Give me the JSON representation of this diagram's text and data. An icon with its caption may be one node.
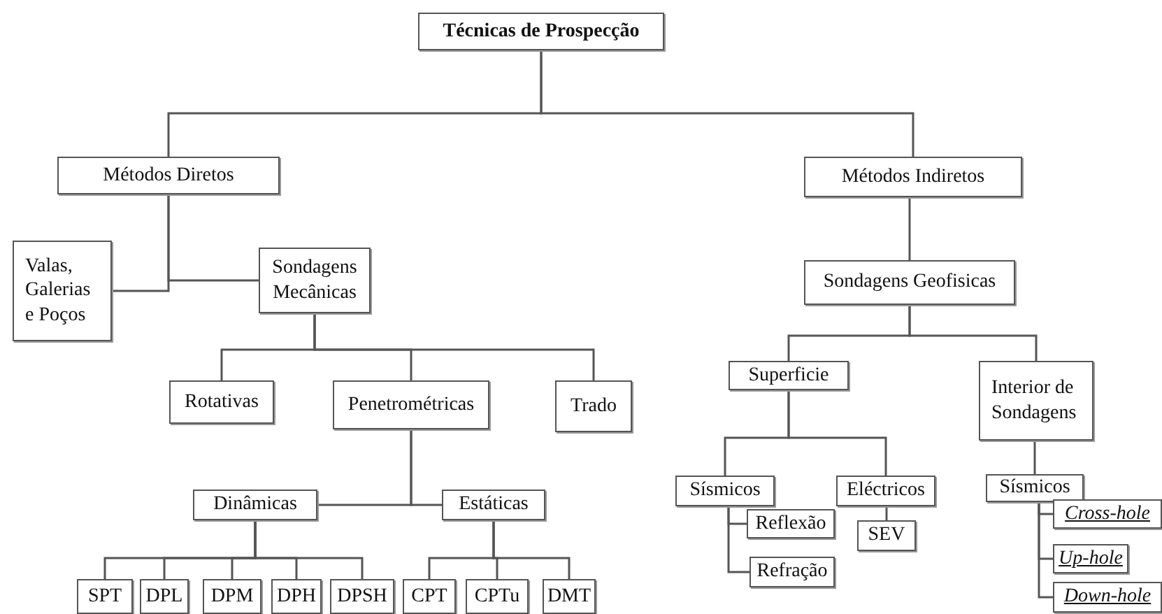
{
  "diagram": {
    "nodes": [
      {
        "text": [
          "Técnicas de Prospecção"
        ]
      },
      {
        "text": [
          "Métodos Diretos"
        ]
      },
      {
        "text": [
          "Métodos Indiretos"
        ]
      },
      {
        "text": [
          "Valas, Galerias e Poços"
        ]
      },
      {
        "text": [
          "Sondagens Mecânicas"
        ]
      },
      {
        "text": [
          "Sondagens Geofisicas"
        ]
      },
      {
        "text": [
          "Rotativas"
        ]
      },
      {
        "text": [
          "Penetrométricas"
        ]
      },
      {
        "text": [
          "Trado"
        ]
      },
      {
        "text": [
          "Superficie"
        ]
      },
      {
        "text": [
          "Interior de Sondagens"
        ]
      },
      {
        "text": [
          "Dinâmicas"
        ]
      },
      {
        "text": [
          "Estáticas"
        ]
      },
      {
        "text": [
          "Sísmicos"
        ]
      },
      {
        "text": [
          "Eléctricos"
        ]
      },
      {
        "text": [
          "Sísmicos"
        ]
      },
      {
        "text": [
          "Reflexão"
        ]
      },
      {
        "text": [
          "SEV"
        ]
      },
      {
        "text": [
          "Cross-hole"
        ]
      },
      {
        "text": [
          "Refração"
        ]
      },
      {
        "text": [
          "Up-hole"
        ]
      },
      {
        "text": [
          "Down-hole"
        ]
      },
      {
        "text": [
          "SPT"
        ]
      },
      {
        "text": [
          "DPL"
        ]
      },
      {
        "text": [
          "DPM"
        ]
      },
      {
        "text": [
          "DPH"
        ]
      },
      {
        "text": [
          "DPSH"
        ]
      },
      {
        "text": [
          "CPT"
        ]
      },
      {
        "text": [
          "CPTu"
        ]
      },
      {
        "text": [
          "DMT"
        ]
      }
    ],
    "edges": [
      {
        "from": 0,
        "to": 1,
        "arrow": "none"
      },
      {
        "from": 0,
        "to": 2,
        "arrow": "none"
      },
      {
        "from": 1,
        "to": 3,
        "arrow": "none"
      },
      {
        "from": 1,
        "to": 4,
        "arrow": "none"
      },
      {
        "from": 2,
        "to": 5,
        "arrow": "none"
      },
      {
        "from": 4,
        "to": 6,
        "arrow": "none"
      },
      {
        "from": 4,
        "to": 7,
        "arrow": "none"
      },
      {
        "from": 4,
        "to": 8,
        "arrow": "none"
      },
      {
        "from": 5,
        "to": 9,
        "arrow": "none"
      },
      {
        "from": 5,
        "to": 10,
        "arrow": "none"
      },
      {
        "from": 7,
        "to": 11,
        "arrow": "none"
      },
      {
        "from": 7,
        "to": 12,
        "arrow": "none"
      },
      {
        "from": 9,
        "to": 13,
        "arrow": "none"
      },
      {
        "from": 9,
        "to": 14,
        "arrow": "none"
      },
      {
        "from": 10,
        "to": 15,
        "arrow": "none"
      },
      {
        "from": 13,
        "to": 16,
        "arrow": "none"
      },
      {
        "from": 13,
        "to": 19,
        "arrow": "none"
      },
      {
        "from": 14,
        "to": 17,
        "arrow": "none"
      },
      {
        "from": 15,
        "to": 18,
        "arrow": "none"
      },
      {
        "from": 15,
        "to": 20,
        "arrow": "none"
      },
      {
        "from": 15,
        "to": 21,
        "arrow": "none"
      },
      {
        "from": 11,
        "to": 22,
        "arrow": "none"
      },
      {
        "from": 11,
        "to": 23,
        "arrow": "none"
      },
      {
        "from": 11,
        "to": 24,
        "arrow": "none"
      },
      {
        "from": 11,
        "to": 25,
        "arrow": "none"
      },
      {
        "from": 11,
        "to": 26,
        "arrow": "none"
      },
      {
        "from": 12,
        "to": 27,
        "arrow": "none"
      },
      {
        "from": 12,
        "to": 28,
        "arrow": "none"
      },
      {
        "from": 12,
        "to": 29,
        "arrow": "none"
      }
    ]
  }
}
